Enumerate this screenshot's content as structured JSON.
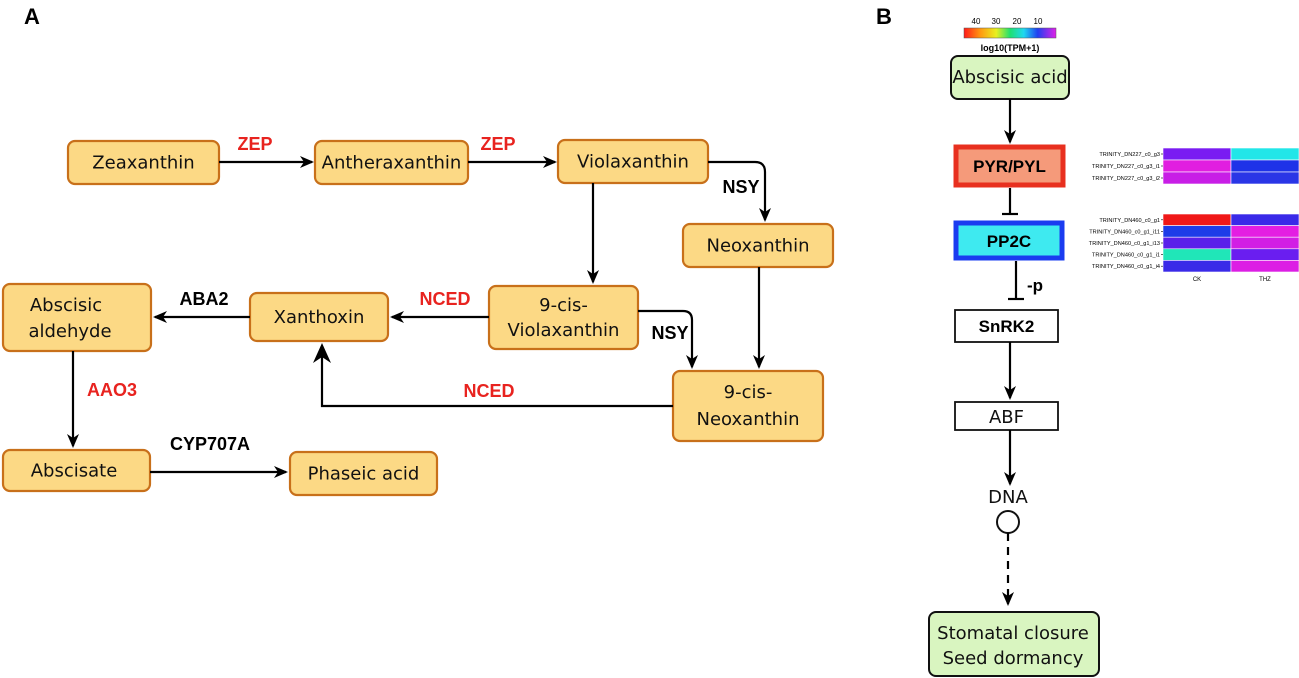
{
  "panels": {
    "a": "A",
    "b": "B"
  },
  "colors": {
    "node_fill": "#fcd985",
    "node_stroke": "#c8701a",
    "enzyme_red": "#e8231f",
    "enzyme_black": "#000000",
    "green_fill": "#d9f5c0",
    "pyr_fill": "#f59a7a",
    "pyr_stroke": "#e8301f",
    "pp2c_fill": "#3eeaf0",
    "pp2c_stroke": "#1a3cf0"
  },
  "pathway": {
    "nodes": {
      "zeaxanthin": "Zeaxanthin",
      "antheraxanthin": "Antheraxanthin",
      "violaxanthin": "Violaxanthin",
      "neoxanthin": "Neoxanthin",
      "cis_violaxanthin_1": "9-cis-",
      "cis_violaxanthin_2": "Violaxanthin",
      "xanthoxin": "Xanthoxin",
      "abscisic_aldehyde_1": "Abscisic",
      "abscisic_aldehyde_2": "aldehyde",
      "cis_neoxanthin_1": "9-cis-",
      "cis_neoxanthin_2": "Neoxanthin",
      "abscisate": "Abscisate",
      "phaseic_acid": "Phaseic  acid"
    },
    "enzymes": {
      "zep1": "ZEP",
      "zep2": "ZEP",
      "nsy1": "NSY",
      "nsy2": "NSY",
      "nced1": "NCED",
      "nced2": "NCED",
      "aba2": "ABA2",
      "aao3": "AAO3",
      "cyp707a": "CYP707A"
    }
  },
  "signaling": {
    "legend": {
      "ticks": [
        "40",
        "30",
        "20",
        "10"
      ],
      "title": "log10(TPM+1)"
    },
    "nodes": {
      "abscisic_acid": "Abscisic acid",
      "pyr_pyl": "PYR/PYL",
      "pp2c": "PP2C",
      "snrk2": "SnRK2",
      "abf": "ABF",
      "dna": "DNA",
      "outcome_1": "Stomatal closure",
      "outcome_2": "Seed  dormancy"
    },
    "phospho_label": "-p"
  },
  "heatmaps": {
    "columns": [
      "CK",
      "THZ"
    ],
    "pyr": {
      "rows": [
        "TRINITY_DN227_c0_g3",
        "TRINITY_DN227_c0_g3_i1",
        "TRINITY_DN227_c0_g3_i2"
      ],
      "colors": [
        [
          "#7a1cf2",
          "#22e6e8"
        ],
        [
          "#e11ee0",
          "#1e32e8"
        ],
        [
          "#c81ee6",
          "#2a36e6"
        ]
      ]
    },
    "pp2c": {
      "rows": [
        "TRINITY_DN460_c0_g1",
        "TRINITY_DN460_c0_g1_i11",
        "TRINITY_DN460_c0_g1_i13",
        "TRINITY_DN460_c0_g1_i1",
        "TRINITY_DN460_c0_g1_i4"
      ],
      "colors": [
        [
          "#f01818",
          "#3a2ae8"
        ],
        [
          "#1e3ce8",
          "#e41ee2"
        ],
        [
          "#5a20ea",
          "#d21ee4"
        ],
        [
          "#20e6b8",
          "#6a1ef0"
        ],
        [
          "#3a2ae8",
          "#dc1ee4"
        ]
      ]
    }
  }
}
